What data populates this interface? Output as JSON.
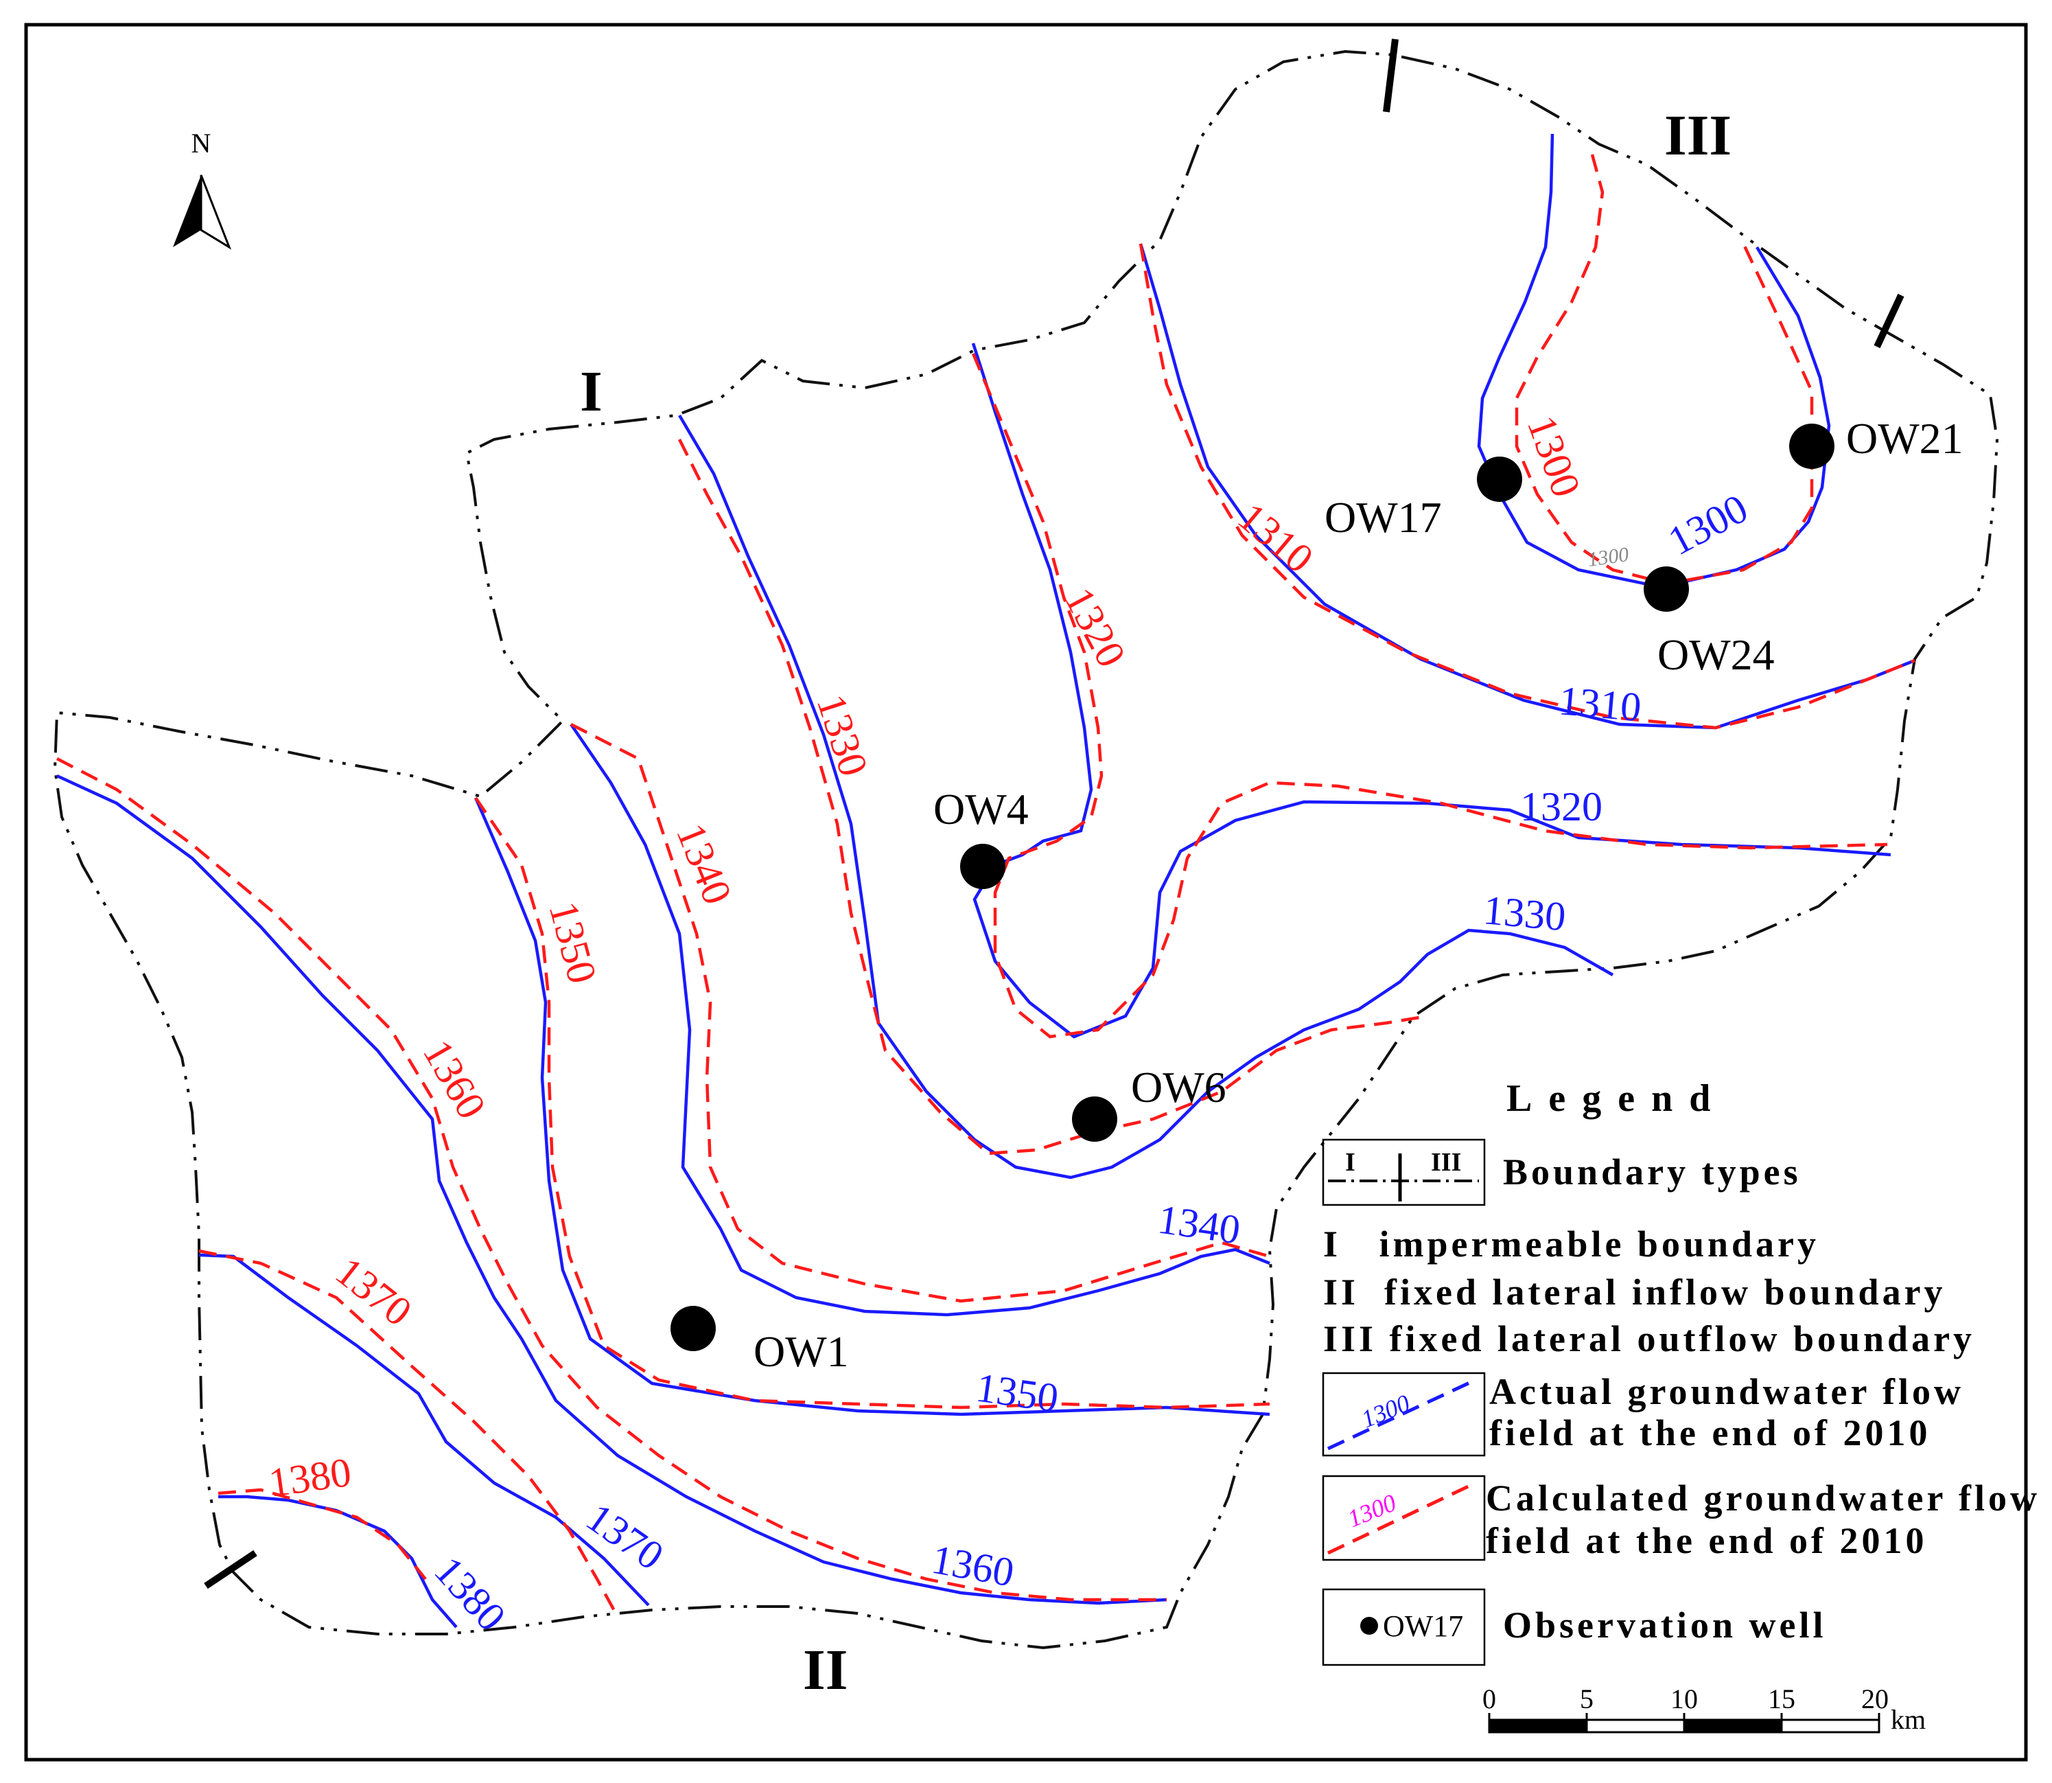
{
  "north_label": "N",
  "boundary_zone_labels": [
    "I",
    "II",
    "III"
  ],
  "contours": {
    "calculated_labels": [
      "1310",
      "1300",
      "1320",
      "1330",
      "1340",
      "1350",
      "1360",
      "1370",
      "1380"
    ],
    "actual_labels": [
      "1300",
      "1300",
      "1310",
      "1320",
      "1330",
      "1340",
      "1350",
      "1360",
      "1370",
      "1380"
    ]
  },
  "wells": [
    "OW17",
    "OW21",
    "OW24",
    "OW4",
    "OW6",
    "OW1"
  ],
  "legend": {
    "title": "Legend",
    "boundary_symbol_labels": [
      "I",
      "III"
    ],
    "boundary_types": "Boundary types",
    "items": [
      "I   impermeable boundary",
      "II  fixed lateral inflow boundary",
      "III fixed lateral outflow boundary"
    ],
    "actual_line1": "Actual groundwater flow",
    "actual_line2": "field at the end of 2010",
    "actual_sample": "1300",
    "calculated_line1": "Calculated groundwater flow",
    "calculated_line2": "field at the end of 2010",
    "calculated_sample": "1300",
    "well_sample": "OW17",
    "well_text": "Observation well",
    "colors": {
      "actual": "#1a1aff",
      "calculated": "#ff1a1a",
      "calculated_sample_text": "#ff00ff"
    }
  },
  "scale_bar": {
    "ticks": [
      "0",
      "5",
      "10",
      "15",
      "20"
    ],
    "unit": "km"
  }
}
